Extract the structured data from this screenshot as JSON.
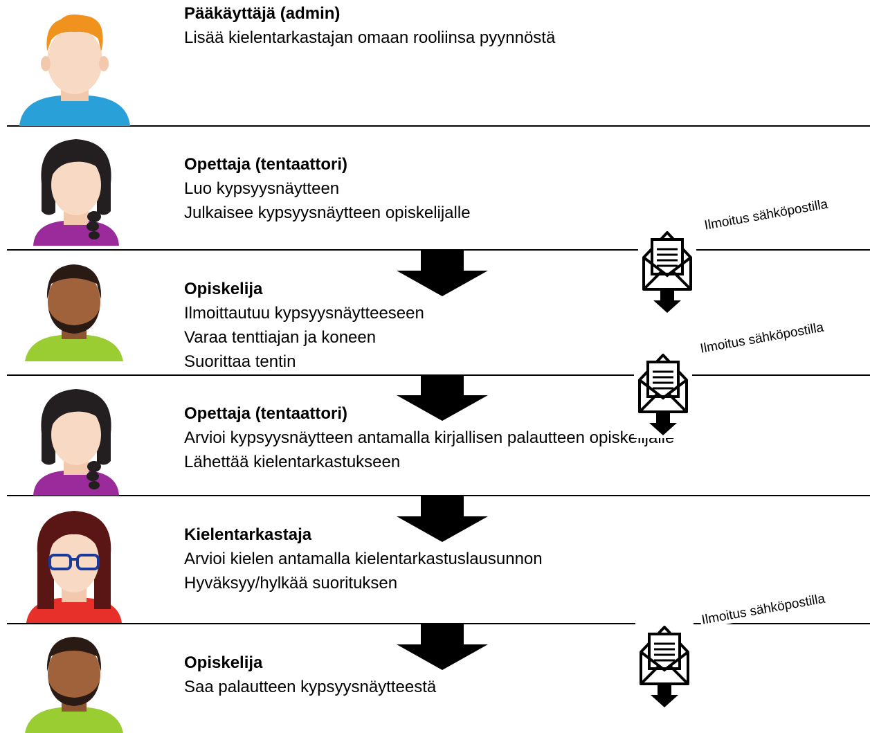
{
  "roles": [
    {
      "title": "Pääkäyttäjä (admin)",
      "lines": [
        "Lisää kielentarkastajan omaan rooliinsa pyynnöstä"
      ]
    },
    {
      "title": "Opettaja (tentaattori)",
      "lines": [
        "Luo kypsyysnäytteen",
        "Julkaisee kypsyysnäytteen opiskelijalle"
      ]
    },
    {
      "title": "Opiskelija",
      "lines": [
        "Ilmoittautuu kypsyysnäytteeseen",
        "Varaa tenttiajan ja koneen",
        "Suorittaa tentin"
      ]
    },
    {
      "title": "Opettaja (tentaattori)",
      "lines": [
        "Arvioi kypsyysnäytteen antamalla kirjallisen palautteen opiskelijalle",
        "Lähettää kielentarkastukseen"
      ]
    },
    {
      "title": "Kielentarkastaja",
      "lines": [
        "Arvioi kielen antamalla kielentarkastuslausunnon",
        "Hyväksyy/hylkää suorituksen"
      ]
    },
    {
      "title": "Opiskelija",
      "lines": [
        "Saa palautteen kypsyysnäytteestä"
      ]
    }
  ],
  "notifications": [
    "Ilmoitus sähköpostilla",
    "Ilmoitus sähköpostilla",
    "Ilmoitus sähköpostilla"
  ],
  "avatars": [
    "admin-avatar",
    "teacher-avatar",
    "student-avatar",
    "teacher-avatar",
    "language-reviewer-avatar",
    "student-avatar"
  ],
  "colors": {
    "admin_hair": "#f0921e",
    "admin_shirt": "#2aa0d8",
    "teacher_hair": "#231f20",
    "teacher_shirt": "#9b2b9b",
    "student_skin": "#a0623a",
    "student_shirt": "#9acd32",
    "reviewer_hair": "#5a1515",
    "reviewer_shirt": "#e8302b",
    "reviewer_glasses": "#1a3a9a",
    "light_skin": "#f8d9c4"
  }
}
